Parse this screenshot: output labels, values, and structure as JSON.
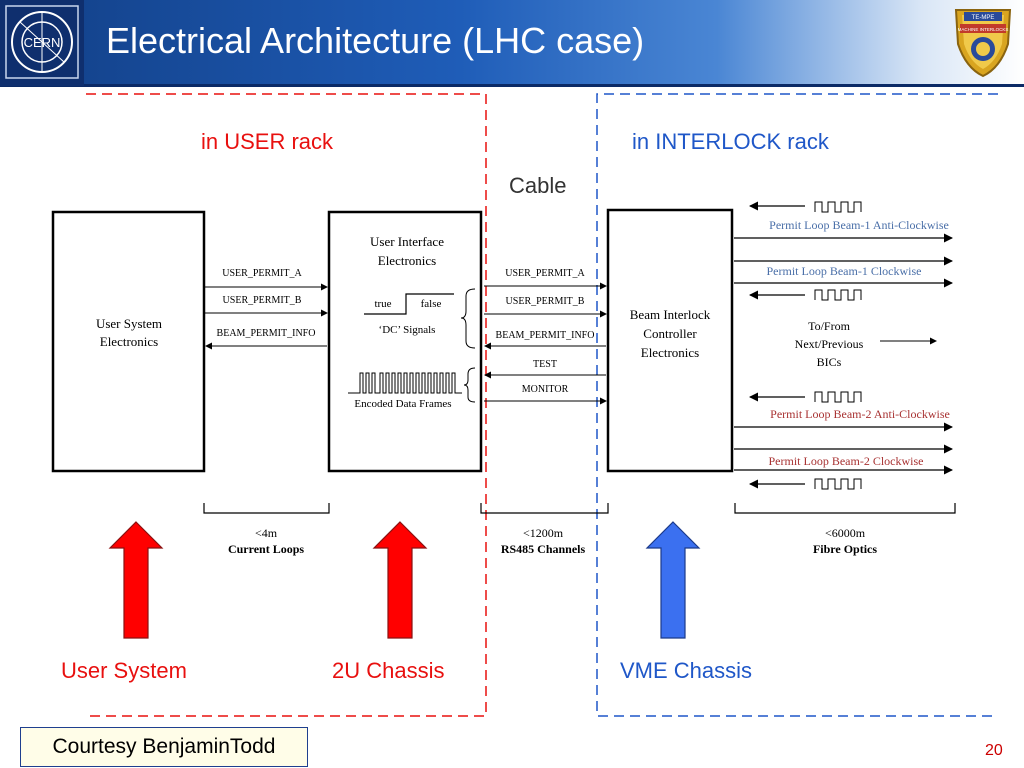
{
  "slide": {
    "title": "Electrical Architecture (LHC case)",
    "page_number": "20",
    "courtesy": "Courtesy BenjaminTodd",
    "logo_text": "CERN",
    "badge_text": {
      "top": "TE-MPE",
      "ribbon": "MACHINE INTERLOCKS"
    }
  },
  "regions": {
    "user_rack": "in USER rack",
    "interlock_rack": "in INTERLOCK rack",
    "cable": "Cable"
  },
  "boxes": {
    "user_system": [
      "User System",
      "Electronics"
    ],
    "user_interface": [
      "User Interface",
      "Electronics"
    ],
    "bic": [
      "Beam Interlock",
      "Controller",
      "Electronics"
    ]
  },
  "signals_left": [
    "USER_PERMIT_A",
    "USER_PERMIT_B",
    "BEAM_PERMIT_INFO"
  ],
  "signals_right": [
    "USER_PERMIT_A",
    "USER_PERMIT_B",
    "BEAM_PERMIT_INFO",
    "TEST",
    "MONITOR"
  ],
  "dc_signals": {
    "true": "true",
    "false": "false",
    "caption": "‘DC’ Signals"
  },
  "encoded_caption": "Encoded Data Frames",
  "loops": {
    "b1_anticlockwise": "Permit Loop Beam-1 Anti-Clockwise",
    "b1_clockwise": "Permit Loop Beam-1 Clockwise",
    "b2_anticlockwise": "Permit Loop Beam-2 Anti-Clockwise",
    "b2_clockwise": "Permit Loop Beam-2 Clockwise"
  },
  "to_from": [
    "To/From",
    "Next/Previous",
    "BICs"
  ],
  "spans": {
    "current": {
      "dist": "<4m",
      "name": "Current Loops"
    },
    "rs485": {
      "dist": "<1200m",
      "name": "RS485 Channels"
    },
    "fibre": {
      "dist": "<6000m",
      "name": "Fibre Optics"
    }
  },
  "bottom_labels": {
    "user_system": "User System",
    "chassis_2u": "2U Chassis",
    "vme": "VME Chassis"
  },
  "colors": {
    "red_label": "#e8100f",
    "blue_label": "#1f57c8",
    "beam1_loop": "#4a6fa8",
    "beam2_loop": "#a83232",
    "red_arrow": "#ff0000",
    "blue_arrow": "#3b70f0"
  }
}
